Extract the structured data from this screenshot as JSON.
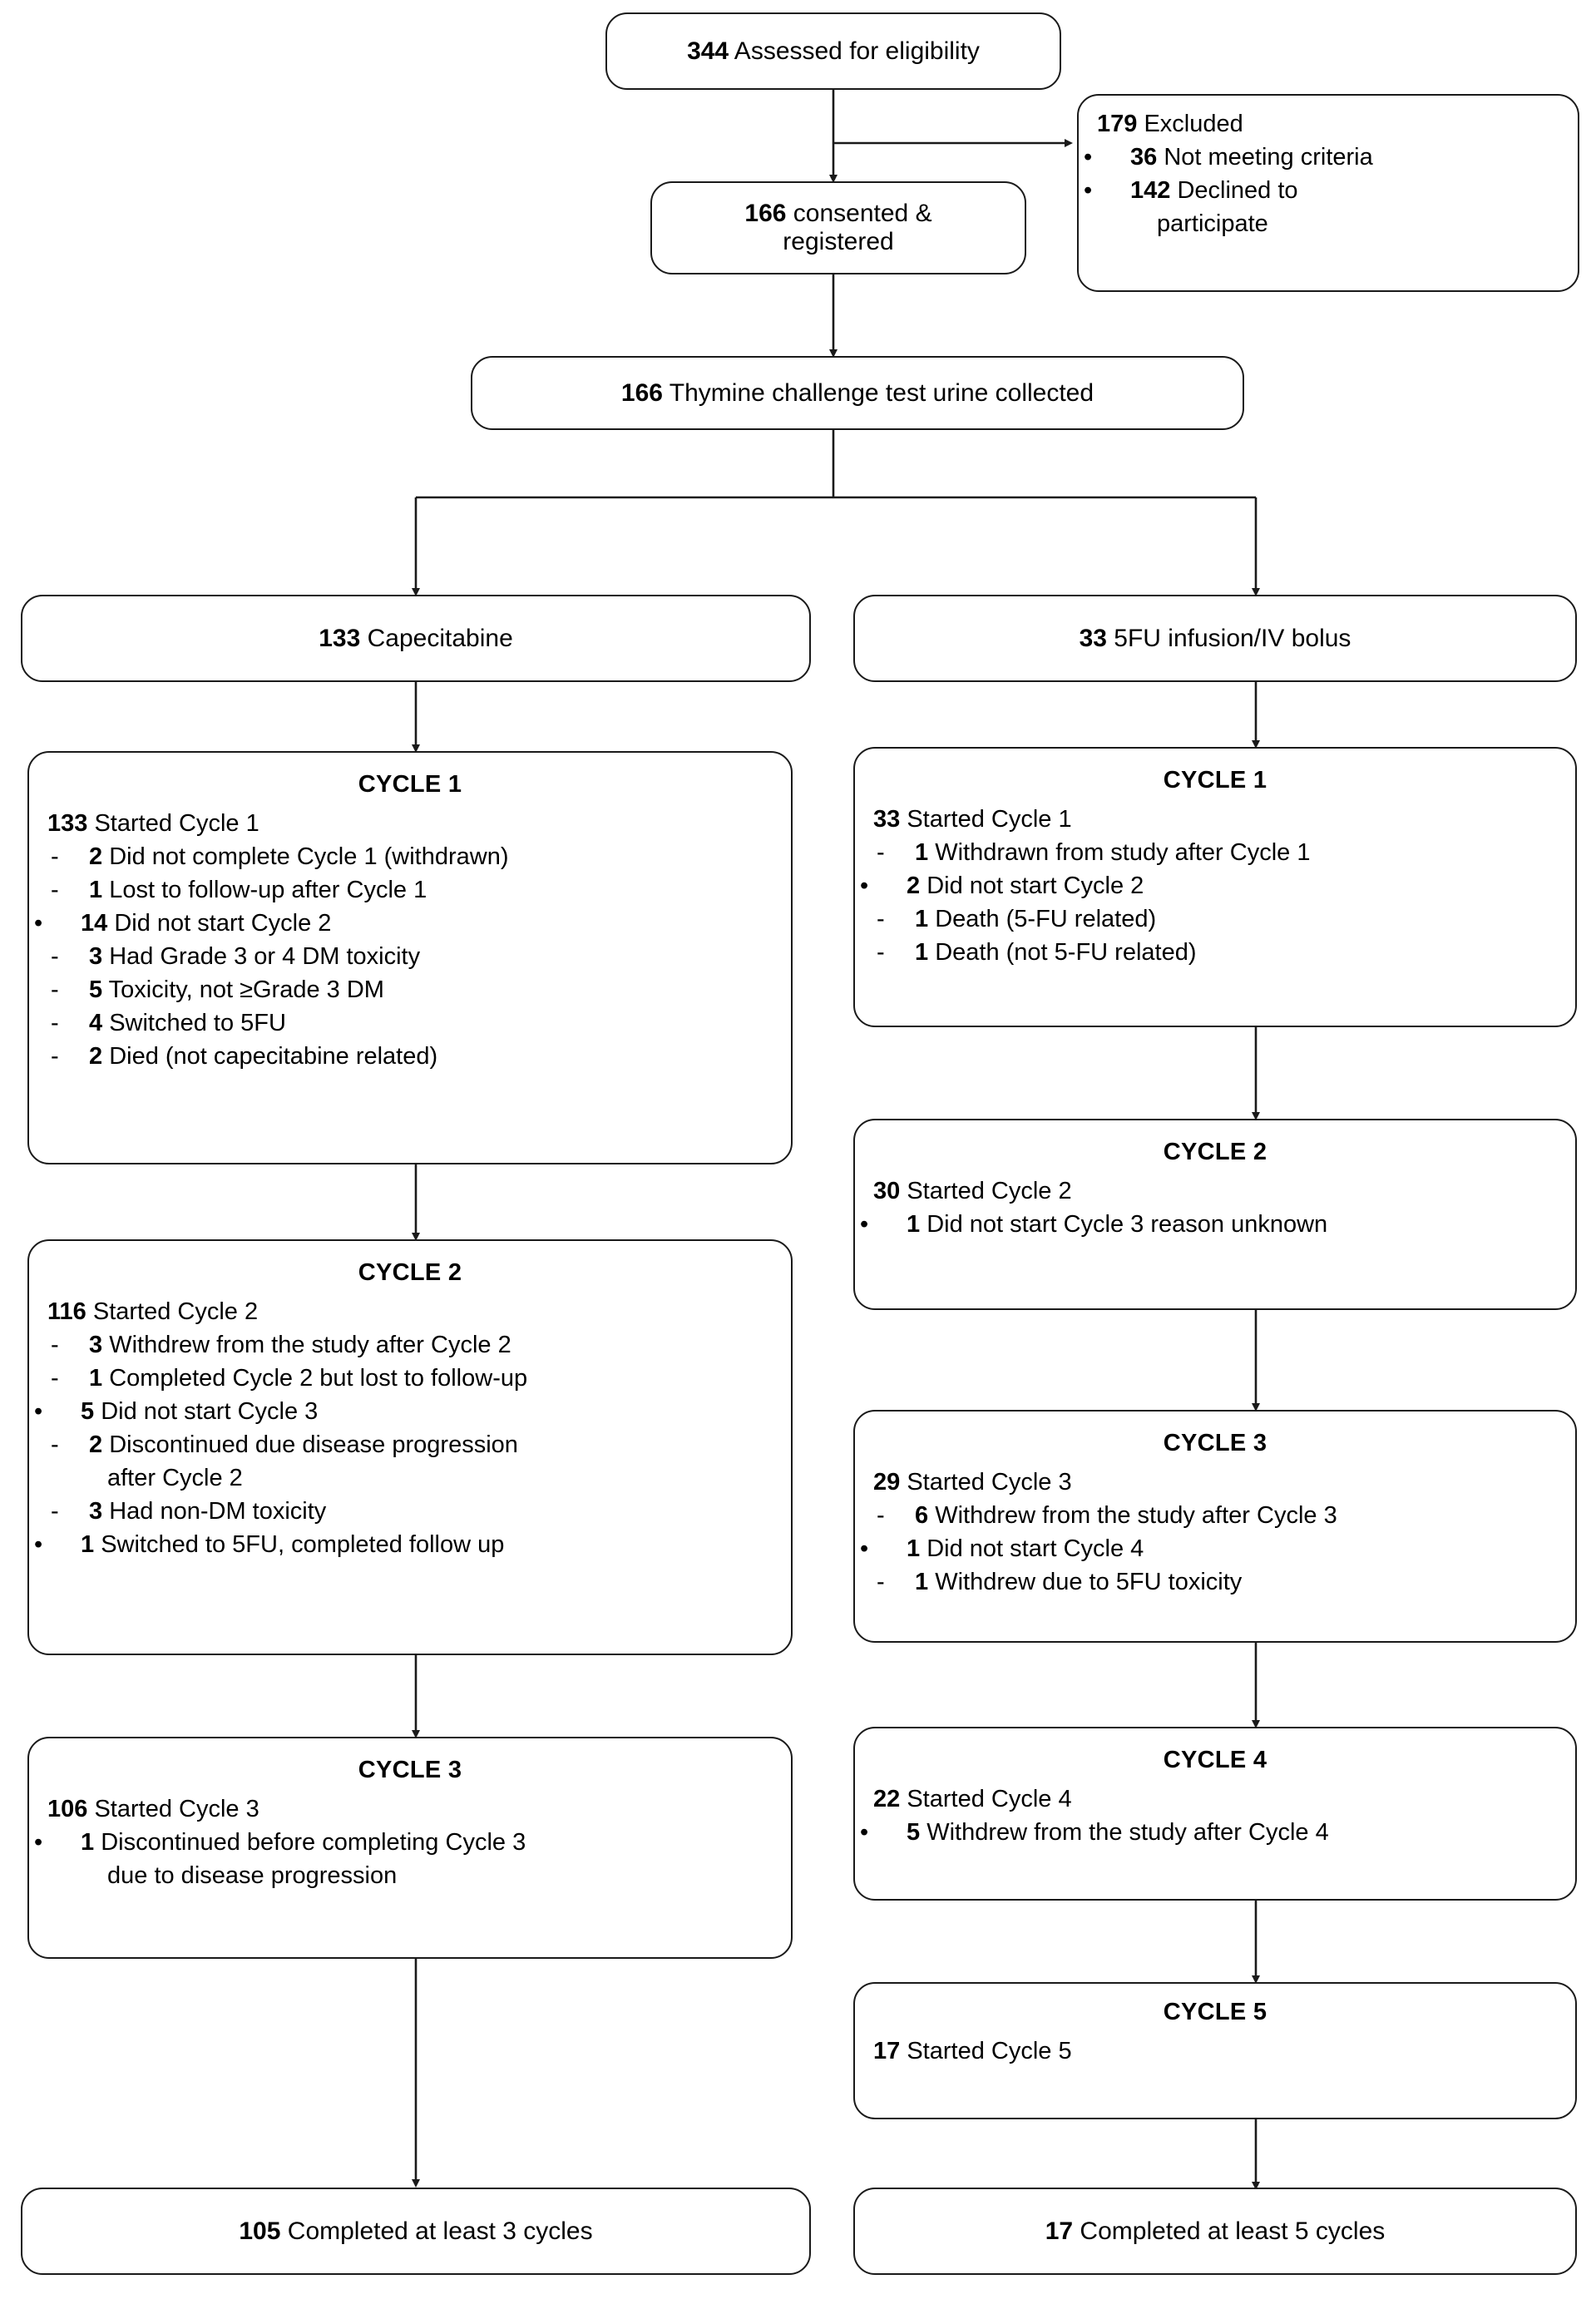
{
  "diagram": {
    "type": "consort-flow-diagram",
    "title": "CONSORT participant flow diagram",
    "nodes": {
      "assessed": {
        "n": "344",
        "text": " Assessed for eligibility"
      },
      "excluded": {
        "header_n": "179",
        "header_text": " Excluded",
        "items": [
          {
            "bullet": "•",
            "n": "36",
            "text": " Not meeting criteria"
          },
          {
            "bullet": "•",
            "n": "142",
            "text": " Declined to",
            "cont": "participate"
          }
        ]
      },
      "consented": {
        "n": "166",
        "text": " consented &",
        "line2": "registered"
      },
      "thymine": {
        "n": "166",
        "text": " Thymine challenge test urine collected"
      },
      "arm_left": {
        "n": "133",
        "text": " Capecitabine"
      },
      "arm_right": {
        "n": "33",
        "text": " 5FU infusion/IV bolus"
      },
      "left_cycle1": {
        "title": "CYCLE 1",
        "lines": [
          {
            "style": "lvl0",
            "n": "133",
            "text": " Started Cycle 1"
          },
          {
            "style": "dash",
            "mark": "-",
            "n": "2",
            "text": " Did not complete Cycle 1 (withdrawn)"
          },
          {
            "style": "dash",
            "mark": "-",
            "n": "1",
            "text": " Lost to follow-up after Cycle 1"
          },
          {
            "style": "bullet",
            "mark": "•",
            "n": "14",
            "text": " Did not start Cycle 2"
          },
          {
            "style": "dash",
            "mark": "-",
            "n": "3",
            "text": " Had Grade 3 or 4 DM toxicity"
          },
          {
            "style": "dash",
            "mark": "-",
            "n": "5",
            "text": " Toxicity, not ≥Grade 3 DM"
          },
          {
            "style": "dash",
            "mark": "-",
            "n": "4",
            "text": " Switched to 5FU"
          },
          {
            "style": "dash",
            "mark": "-",
            "n": "2",
            "text": " Died (not capecitabine related)"
          }
        ]
      },
      "left_cycle2": {
        "title": "CYCLE 2",
        "lines": [
          {
            "style": "lvl0",
            "n": "116",
            "text": " Started Cycle 2"
          },
          {
            "style": "dash",
            "mark": "-",
            "n": "3",
            "text": " Withdrew from the study after Cycle 2"
          },
          {
            "style": "dash",
            "mark": "-",
            "n": "1",
            "text": " Completed Cycle 2 but lost to follow-up"
          },
          {
            "style": "bullet",
            "mark": "•",
            "n": "5",
            "text": " Did not start Cycle 3"
          },
          {
            "style": "dash",
            "mark": "-",
            "n": "2",
            "text": " Discontinued due disease progression"
          },
          {
            "style": "cont",
            "text": "after Cycle 2"
          },
          {
            "style": "dash",
            "mark": "-",
            "n": "3",
            "text": " Had non-DM toxicity"
          },
          {
            "style": "bullet",
            "mark": "•",
            "n": "1",
            "text": " Switched to 5FU, completed follow up"
          }
        ]
      },
      "left_cycle3": {
        "title": "CYCLE 3",
        "lines": [
          {
            "style": "lvl0",
            "n": "106",
            "text": " Started Cycle 3"
          },
          {
            "style": "bullet",
            "mark": "•",
            "n": "1",
            "text": " Discontinued before completing Cycle 3"
          },
          {
            "style": "cont",
            "text": "due to disease progression"
          }
        ]
      },
      "left_final": {
        "n": "105",
        "text": " Completed at least 3 cycles"
      },
      "right_cycle1": {
        "title": "CYCLE 1",
        "lines": [
          {
            "style": "lvl0",
            "n": "33",
            "text": " Started Cycle 1"
          },
          {
            "style": "dash",
            "mark": "-",
            "n": "1",
            "text": " Withdrawn from study after Cycle 1"
          },
          {
            "style": "bullet",
            "mark": "•",
            "n": "2",
            "text": " Did not start Cycle 2"
          },
          {
            "style": "dash",
            "mark": "-",
            "n": "1",
            "text": " Death (5-FU related)"
          },
          {
            "style": "dash",
            "mark": "-",
            "n": "1",
            "text": " Death (not 5-FU related)"
          }
        ]
      },
      "right_cycle2": {
        "title": "CYCLE 2",
        "lines": [
          {
            "style": "lvl0",
            "n": "30",
            "text": " Started Cycle 2"
          },
          {
            "style": "bullet",
            "mark": "•",
            "n": "1",
            "text": " Did not start Cycle 3 reason unknown"
          }
        ]
      },
      "right_cycle3": {
        "title": "CYCLE 3",
        "lines": [
          {
            "style": "lvl0",
            "n": "29",
            "text": " Started Cycle 3"
          },
          {
            "style": "dash",
            "mark": "-",
            "n": "6",
            "text": " Withdrew from the study after Cycle 3"
          },
          {
            "style": "bullet",
            "mark": "•",
            "n": "1",
            "text": " Did not start Cycle 4"
          },
          {
            "style": "dash",
            "mark": "-",
            "n": "1",
            "text": " Withdrew due to 5FU toxicity"
          }
        ]
      },
      "right_cycle4": {
        "title": "CYCLE 4",
        "lines": [
          {
            "style": "lvl0",
            "n": "22",
            "text": " Started Cycle 4"
          },
          {
            "style": "bullet",
            "mark": "•",
            "n": "5",
            "text": "  Withdrew from the study after Cycle 4"
          }
        ]
      },
      "right_cycle5": {
        "title": "CYCLE 5",
        "lines": [
          {
            "style": "lvl0",
            "n": "17",
            "text": " Started Cycle 5"
          }
        ]
      },
      "right_final": {
        "n": "17",
        "text": " Completed at least 5 cycles"
      }
    },
    "colors": {
      "stroke": "#1a1a1a",
      "fill": "#ffffff",
      "text": "#000000"
    }
  }
}
